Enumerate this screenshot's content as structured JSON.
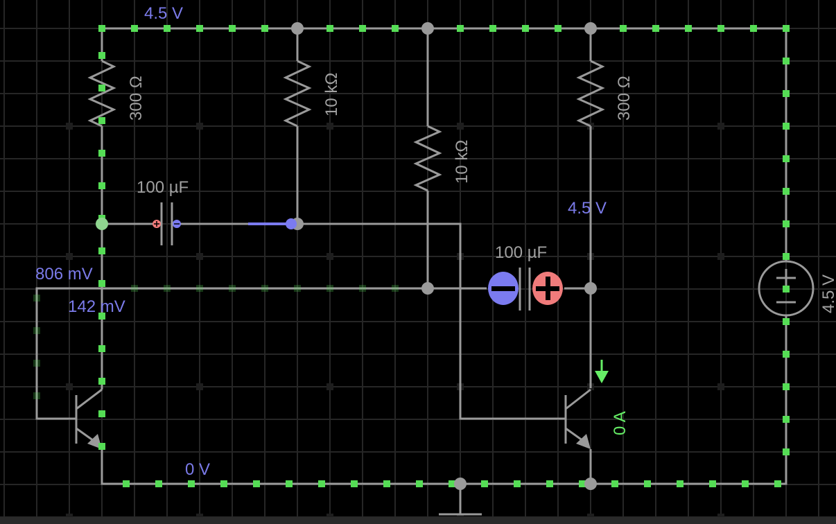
{
  "colors": {
    "background": "#000000",
    "grid": "#262626",
    "wire": "#9a9a9a",
    "current_dot": "#55dd55",
    "voltage_label": "#7b7bea",
    "component_label": "#a0a0a0",
    "current_label": "#66ee66",
    "cap_negative": "#7b7bf0",
    "cap_positive": "#f07b7b"
  },
  "labels": {
    "node_top": "4.5 V",
    "node_right_collector": "4.5 V",
    "node_left_base": "806 mV",
    "node_left_collector": "142 mV",
    "node_ground": "0 V",
    "r1": "300 Ω",
    "r2": "10 kΩ",
    "r3": "10 kΩ",
    "r4": "300 Ω",
    "c1": "100 µF",
    "c2": "100 µF",
    "battery": "4.5 V",
    "q2_current": "0 A"
  },
  "icons": {
    "battery": "dc-voltage-source-icon",
    "ground": "ground-icon",
    "transistor": "npn-transistor-icon",
    "resistor": "resistor-icon",
    "capacitor": "polarized-capacitor-icon",
    "current_arrow": "arrow-down-icon"
  }
}
